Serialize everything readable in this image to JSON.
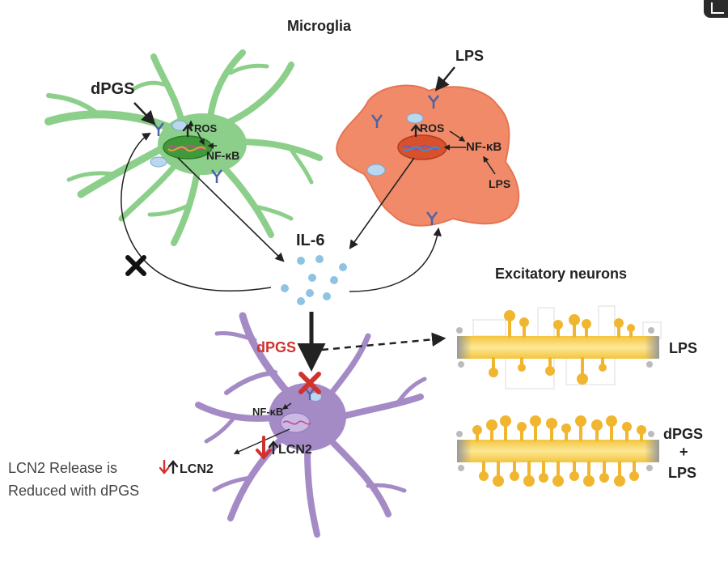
{
  "labels": {
    "microglia": "Microglia",
    "dpgs_top": "dPGS",
    "lps_top": "LPS",
    "ros_green": "ROS",
    "nfkb_green": "NF-κB",
    "ros_orange": "ROS",
    "nfkb_orange": "NF-κB",
    "lps_side": "LPS",
    "il6": "IL-6",
    "excitatory_neurons": "Excitatory neurons",
    "dpgs_mid": "dPGS",
    "nfkb_purple": "NF-κB",
    "lcn2_purple": "LCN2",
    "lcn2_side": "LCN2",
    "lcn2_note_line1": "LCN2 Release is",
    "lcn2_note_line2": "Reduced with dPGS",
    "neuron_lps": "LPS",
    "neuron_dpgs_line1": "dPGS",
    "neuron_dpgs_line2": "+",
    "neuron_dpgs_line3": "LPS"
  },
  "colors": {
    "microglia_green": "#8ccf8a",
    "microglia_orange": "#f08a68",
    "astrocyte_purple": "#a58bc6",
    "dendrite_yellow": "#f9dc73",
    "spine_gold": "#f0b62f",
    "il6_dot": "#8fc3e3",
    "inhibit_red": "#d0332e"
  },
  "icons": [
    "receptor-icon",
    "mitochondria-icon",
    "dna-nucleus-icon",
    "inhibit-x-icon",
    "up-arrow-icon",
    "down-arrow-icon"
  ]
}
